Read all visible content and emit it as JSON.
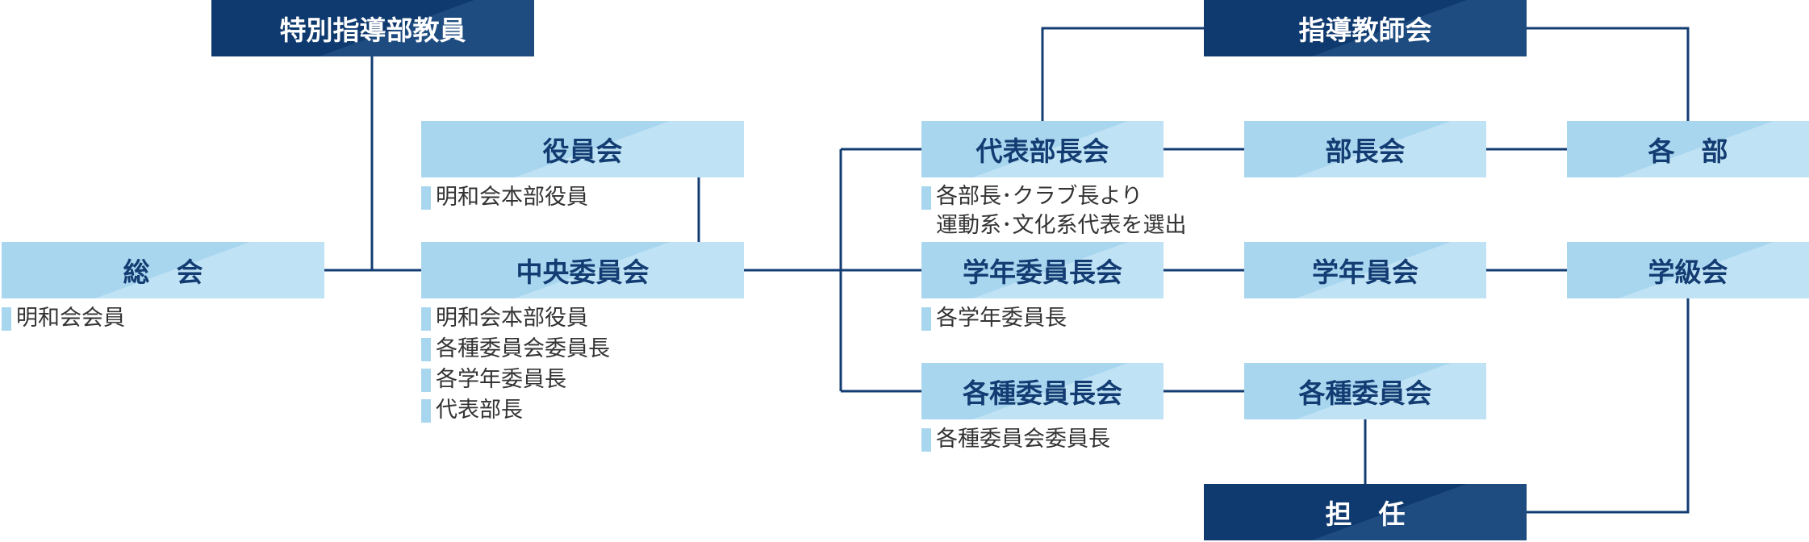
{
  "boxes": {
    "tokubetsu_shido_bu_kyoin": "特別指導部教員",
    "shido_kyoshi_kai": "指導教師会",
    "yakuin_kai": "役員会",
    "daihyo_bucho_kai": "代表部長会",
    "bucho_kai": "部長会",
    "kakubu": "各　部",
    "sokai": "総　会",
    "chuo_iin_kai": "中央委員会",
    "gakunen_iincho_kai": "学年委員長会",
    "gakunen_in_kai": "学年員会",
    "gakkyu_kai": "学級会",
    "kakushu_iincho_kai": "各種委員長会",
    "kakushu_iin_kai": "各種委員会",
    "tannin": "担　任"
  },
  "notes": {
    "yakuin_kai": [
      "明和会本部役員"
    ],
    "sokai": [
      "明和会会員"
    ],
    "chuo_iin_kai": [
      "明和会本部役員",
      "各種委員会委員長",
      "各学年委員長",
      "代表部長"
    ],
    "daihyo_bucho_kai": [
      "各部長･クラブ長より",
      "運動系･文化系代表を選出"
    ],
    "gakunen_iincho_kai": [
      "各学年委員長"
    ],
    "kakushu_iincho_kai": [
      "各種委員会委員長"
    ]
  },
  "colors": {
    "line": "#123c72",
    "light_box": "#a9d6ef",
    "dark_box": "#0f3a6f",
    "marker": "#a9d6ef"
  }
}
